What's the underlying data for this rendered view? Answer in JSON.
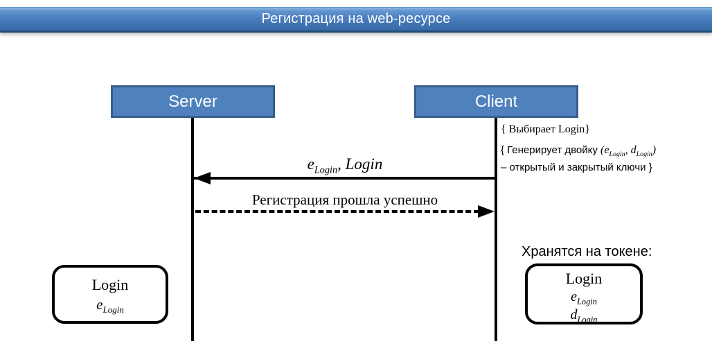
{
  "title": "Регистрация на web-ресурсе",
  "actors": {
    "server": "Server",
    "client": "Client"
  },
  "annotations": {
    "choose_login": "{ Выбирает Login}",
    "generate": {
      "prefix": "{ Генерирует двойку ",
      "open_paren": "(",
      "e_base": "e",
      "e_sub": "Login",
      "separator": ", ",
      "d_base": "d",
      "d_sub": "Login",
      "close_paren": ")",
      "line2": "– открытый и закрытый ключи }"
    }
  },
  "messages": [
    {
      "style": "solid",
      "direction": "client-to-server",
      "label": {
        "base": "e",
        "sub": "Login",
        "rest": ", Login"
      }
    },
    {
      "style": "dashed",
      "direction": "server-to-client",
      "label": "Регистрация прошла успешно"
    }
  ],
  "server_store": {
    "line1": "Login",
    "key_base": "e",
    "key_sub": "Login"
  },
  "token_store": {
    "caption": "Хранятся на токене:",
    "line1": "Login",
    "e_base": "e",
    "e_sub": "Login",
    "d_base": "d",
    "d_sub": "Login"
  },
  "colors": {
    "accent_blue": "#4f81bd",
    "actor_border_blue": "#385d8a",
    "title_gradient_top": "#8fb6e4",
    "title_gradient_bottom": "#3a6ba7",
    "title_border_dark": "#1f4e79",
    "line_black": "#000000",
    "background": "#ffffff"
  }
}
